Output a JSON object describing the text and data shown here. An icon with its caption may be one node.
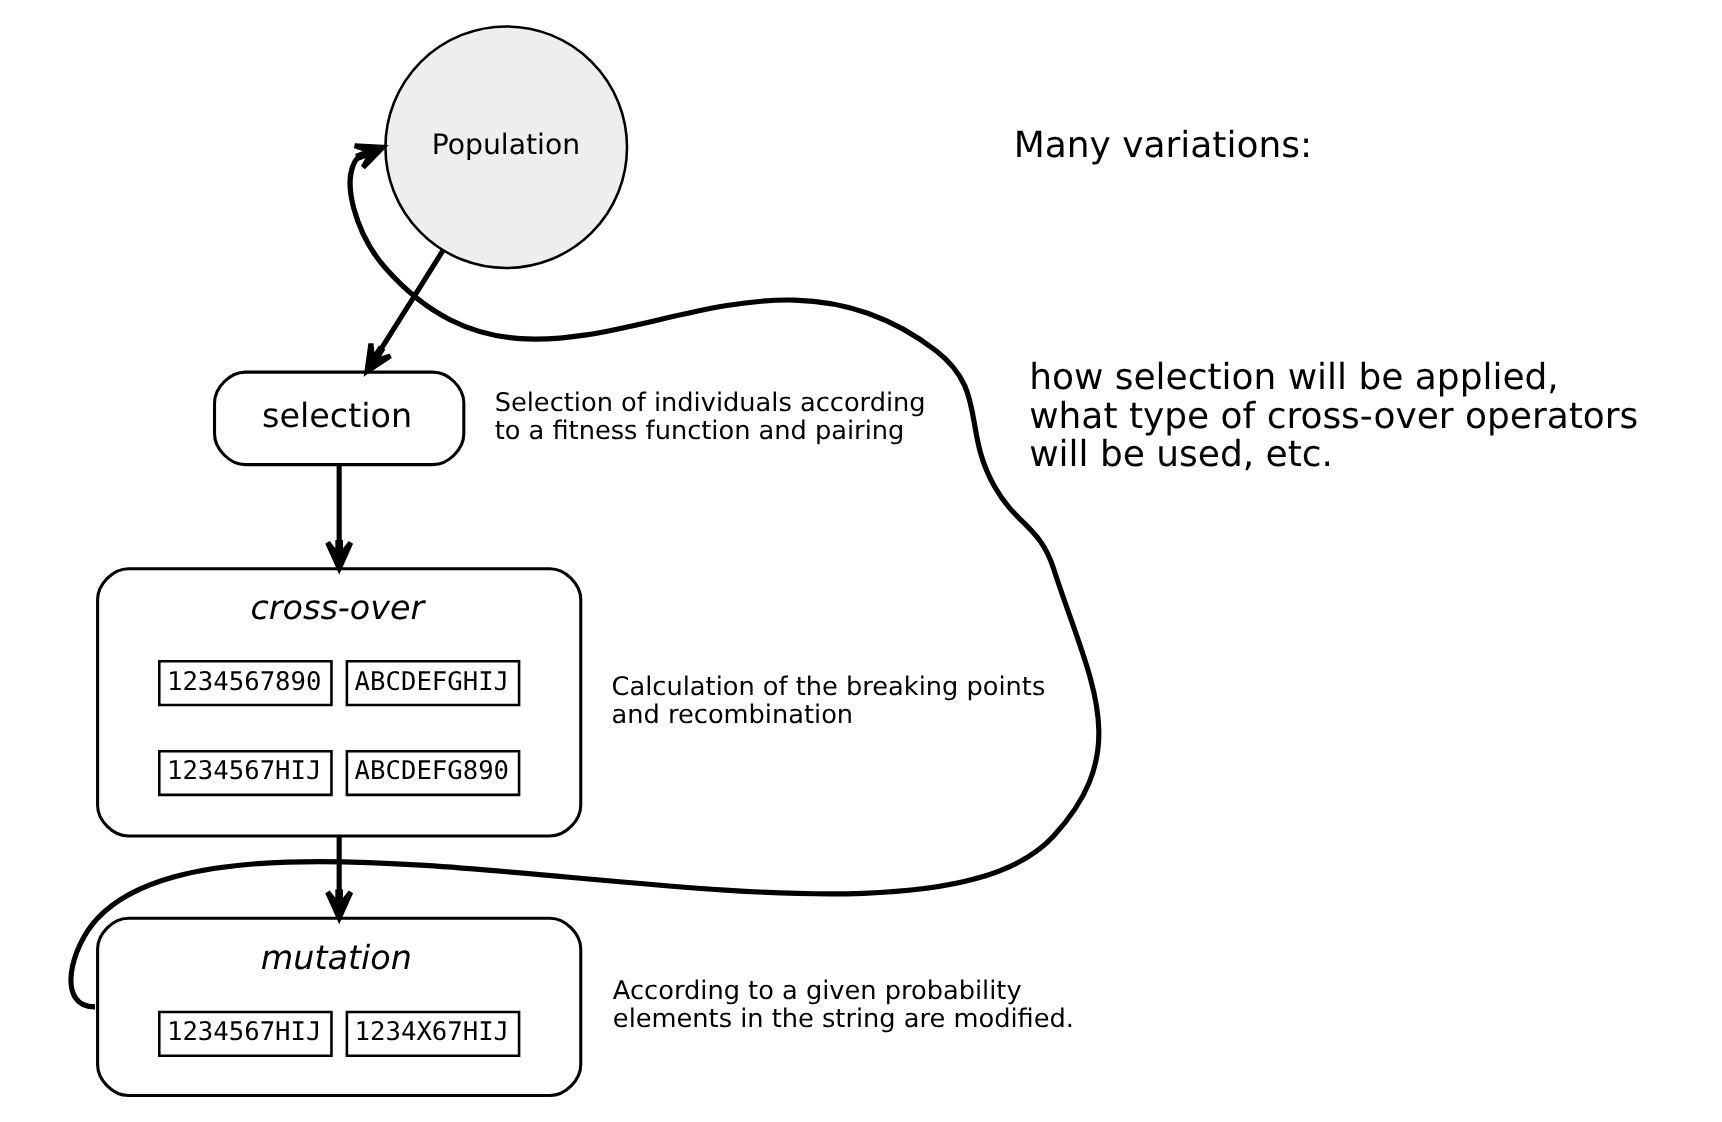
{
  "diagram": {
    "nodes": [
      {
        "text": [
          "Population"
        ]
      },
      {
        "text": [
          "selection"
        ],
        "beside": [
          "Selection of individuals according to a fitness function and pairing"
        ]
      },
      {
        "text": [
          "cross-over",
          "1234567890",
          "ABCDEFGHIJ",
          "1234567HIJ",
          "ABCDEFG890"
        ],
        "beside": [
          "Calculation of the breaking points and recombination"
        ]
      },
      {
        "text": [
          "mutation",
          "1234567HIJ",
          "1234X67HIJ"
        ],
        "beside": [
          "According to a given probability elements in the string are modified."
        ]
      }
    ],
    "edges": [
      {
        "from": 0,
        "to": 1,
        "arrow": "to"
      },
      {
        "from": 1,
        "to": 2,
        "arrow": "to"
      },
      {
        "from": 2,
        "to": 3,
        "arrow": "to"
      },
      {
        "from": 3,
        "to": 0,
        "arrow": "to"
      }
    ],
    "labels": [
      "Many variations:",
      "how selection will be applied, what type of cross-over operators will be used, etc."
    ]
  }
}
